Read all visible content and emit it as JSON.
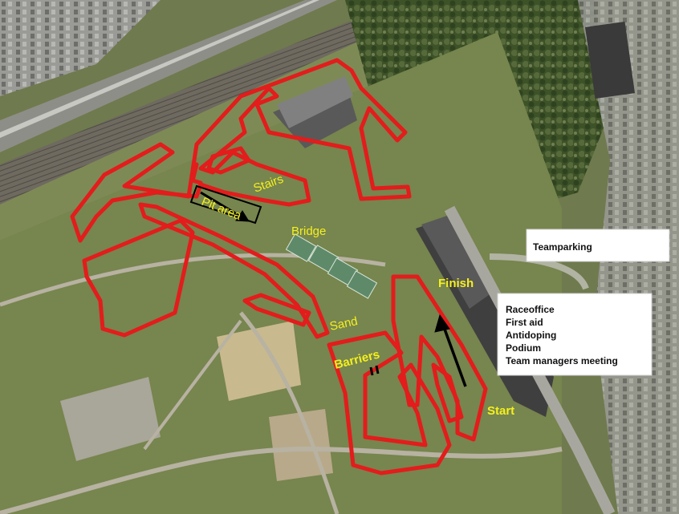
{
  "map": {
    "course_color": "#e31c1c",
    "label_color": "#f4f01e",
    "labels": {
      "stairs": "Stairs",
      "pit_area": "Pit area",
      "bridge": "Bridge",
      "sand": "Sand",
      "barriers": "Barriers",
      "finish": "Finish",
      "start": "Start"
    },
    "teamparking": "Teamparking",
    "info_box": {
      "lines": [
        "Raceoffice",
        "First aid",
        "Antidoping",
        "Podium",
        "Team managers meeting"
      ]
    }
  }
}
